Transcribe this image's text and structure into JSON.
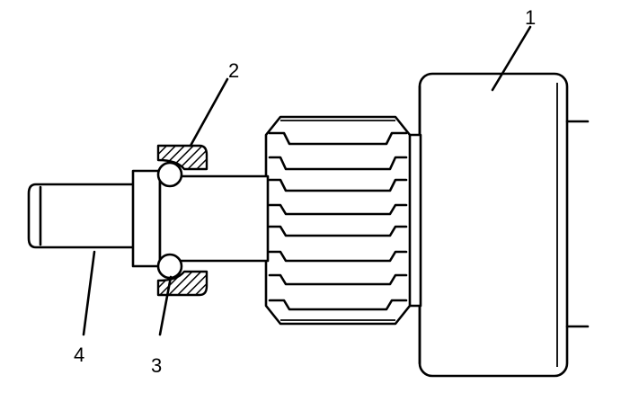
{
  "labels": [
    {
      "key": "1",
      "text": "1"
    },
    {
      "key": "2",
      "text": "2"
    },
    {
      "key": "3",
      "text": "3"
    },
    {
      "key": "4",
      "text": "4"
    }
  ],
  "colors": {
    "ink": "#000000",
    "paper": "#ffffff"
  }
}
